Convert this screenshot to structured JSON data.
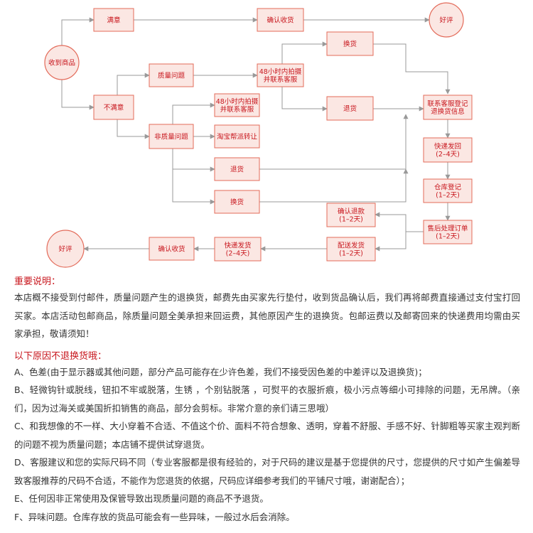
{
  "flowchart": {
    "colors": {
      "box_fill": "#fbe7e3",
      "box_stroke": "#e36b5a",
      "text": "#c8161d",
      "line": "#999999"
    },
    "nodes": {
      "start": "收到商品",
      "satisfied": "满意",
      "confirm_top": "确认收货",
      "good_review_top": "好评",
      "unsatisfied": "不满意",
      "quality_issue": "质量问题",
      "contact_48h_main": [
        "48小时内拍摄",
        "并联系客服"
      ],
      "exchange_top": "换货",
      "return_top": "退货",
      "non_quality_issue": "非质量问题",
      "contact_48h_nq": [
        "48小时内拍摄",
        "并联系客服"
      ],
      "taobao_help": "淘宝帮派转让",
      "return_nq": "退货",
      "exchange_nq": "换货",
      "cs_register": [
        "联系客服登记",
        "退换货信息"
      ],
      "express_send_right": [
        "快递发回",
        "(2–4天)"
      ],
      "warehouse_register": [
        "仓库登记",
        "(1–2天)"
      ],
      "after_sales": [
        "售后处理订单",
        "(1–2天)"
      ],
      "confirm_refund": [
        "确认退款",
        "(1–2天)"
      ],
      "delivery": [
        "配送发货",
        "(1–2天)"
      ],
      "express_ship": [
        "快递发货",
        "(2–4天)"
      ],
      "confirm_bottom": "确认收货",
      "good_review_bottom": "好评"
    }
  },
  "notes": {
    "important_title": "重要说明：",
    "important_body": "本店概不接受到付邮件，质量问题产生的退换货，邮费先由买家先行垫付，收到货品确认后，我们再将邮费直接通过支付宝打回买家。本店活动包邮商品，除质量问题全美承担来回运费，其他原因产生的退换货。包邮运费以及邮寄回来的快递费用均需由买家承担，敬请须知！",
    "no_return_title": "以下原因不退换货哦：",
    "items": [
      "A、色差(由于显示器或其他问题，部分产品可能存在少许色差，我们不接受因色差的中差评以及退换货)；",
      "B、轻微钩针或脱线，钮扣不牢或脱落，生锈 ，个别钻脱落 ，可熨平的衣服折痕，极小污点等细小可排除的问题，无吊牌。（亲们，因为过海关或美国折扣销售的商品，部分会剪标。非常介意的亲们请三思哦）",
      "C、和我想像的不一样、大小穿着不合适、不值这个价、面料不符合想象、透明，穿着不舒服、手感不好、针脚粗等买家主观判断的问题不视为质量问题；本店铺不提供试穿退货。",
      "D、客服建议和您的实际尺码不同（专业客服都是很有经验的，对于尺码的建议是基于您提供的尺寸，您提供的尺寸如产生偏差导致客服推荐的尺码不合适，不能作为您退货的依据，尺码应详细参考我们的平铺尺寸哦，谢谢配合）；",
      "E、任何因非正常使用及保管导致出现质量问题的商品不予退货。",
      "F、异味问题。仓库存放的货品可能会有一些异味，一般过水后会消除。"
    ]
  }
}
